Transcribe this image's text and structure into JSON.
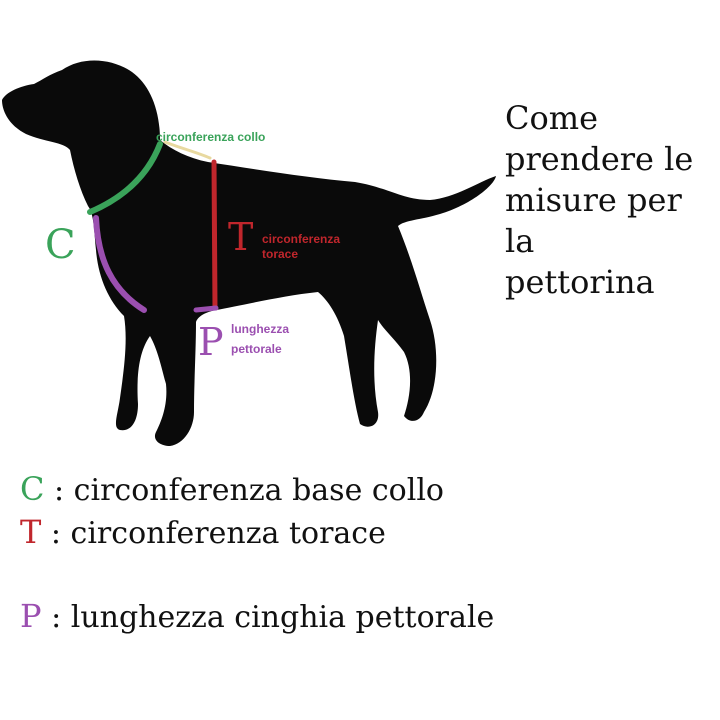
{
  "title": [
    "Come",
    "prendere le",
    "misure per la",
    "pettorina"
  ],
  "colors": {
    "C": "#3aa35a",
    "T": "#c0262c",
    "P": "#9b4fb0",
    "dog": "#0a0a0a",
    "text": "#111111"
  },
  "diagram": {
    "neck_label": "circonferenza collo",
    "C_letter": "C",
    "T_letter": "T",
    "T_label_1": "circonferenza",
    "T_label_2": "torace",
    "P_letter": "P",
    "P_label_1": "lunghezza",
    "P_label_2": "pettorale"
  },
  "legend": [
    {
      "letter": "C",
      "sep": " : ",
      "text": "circonferenza base collo"
    },
    {
      "letter": "T",
      "sep": " : ",
      "text": "circonferenza torace"
    },
    {
      "letter": "P",
      "sep": " : ",
      "text": "lunghezza cinghia pettorale"
    }
  ]
}
